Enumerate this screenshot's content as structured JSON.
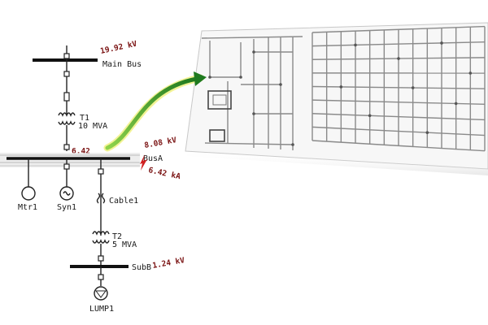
{
  "one_line": {
    "main_bus": {
      "label": "Main Bus",
      "value": "19.92 kV"
    },
    "transformer1": {
      "name": "T1",
      "rating": "10 MVA"
    },
    "bus_a": {
      "label": "BusA",
      "voltage": "8.08 kV",
      "current": "6.42 kA",
      "readout": "6.42"
    },
    "motor": {
      "label": "Mtr1"
    },
    "syn": {
      "label": "Syn1"
    },
    "cable": {
      "label": "Cable1"
    },
    "transformer2": {
      "name": "T2",
      "rating": "5 MVA"
    },
    "sub_b": {
      "label": "SubB",
      "voltage": "1.24 kV"
    },
    "lump": {
      "label": "LUMP1"
    }
  },
  "colors": {
    "arrow_start": "#6bbf2a",
    "arrow_end": "#1f7a1f",
    "highlight": "#f2f28a",
    "fault": "#d02020"
  }
}
